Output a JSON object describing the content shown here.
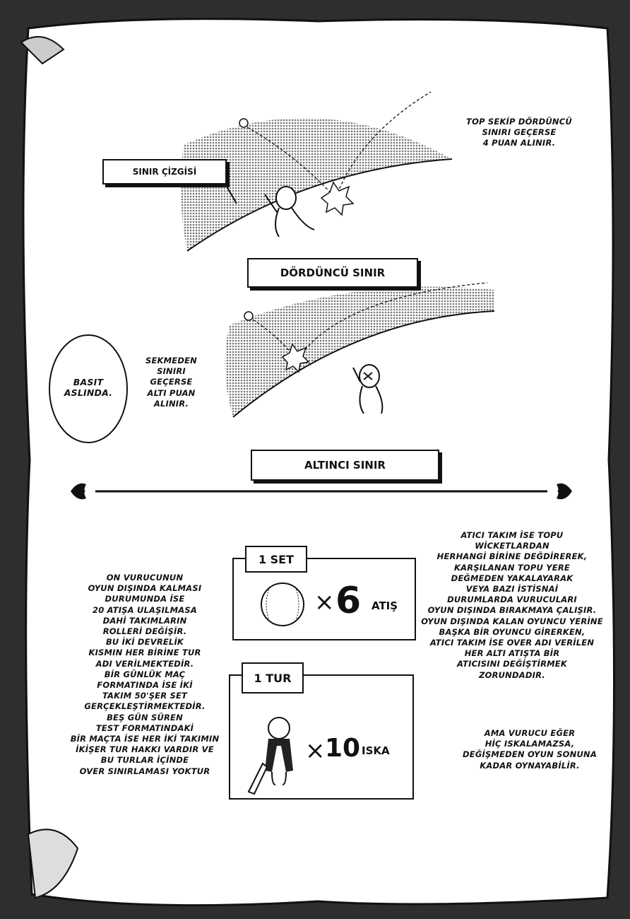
{
  "diagram_top": {
    "label": "SINIR ÇİZGİSİ",
    "caption": "TOP SEKİP DÖRDÜNCÜ\nSINIRI GEÇERSE\n4 PUAN ALINIR."
  },
  "title_four": "DÖRDÜNCÜ SINIR",
  "diagram_bottom": {
    "speech_bubble": "BASIT\nASLINDA.",
    "caption": "SEKMEDEN\nSINIRI\nGEÇERSE\nALTI PUAN\nALINIR."
  },
  "title_six": "ALTINCI SINIR",
  "left_text": "ON VURUCUNUN\nOYUN DIŞINDA KALMASI\nDURUMUNDA İSE\n20 ATIŞA ULAŞILMASA\nDAHİ TAKIMLARIN\nROLLERİ DEĞİŞİR.\nBU İKİ DEVRELİK\nKISMIN HER BİRİNE TUR\nADI VERİLMEKTEDİR.\nBİR GÜNLÜK MAÇ\nFORMATINDA İSE İKİ\nTAKIM 50'ŞER SET\nGERÇEKLEŞTİRMEKTEDİR.\nBEŞ GÜN SÜREN\nTEST FORMATINDAKİ\nBİR MAÇTA İSE HER İKİ TAKIMIN\nİKİŞER TUR HAKKI VARDIR VE\nBU TURLAR İÇİNDE\nOVER SINIRLAMASI YOKTUR",
  "set_box": {
    "tab": "1 SET",
    "multiplier": "×",
    "count": "6",
    "unit": "ATIŞ"
  },
  "tur_box": {
    "tab": "1 TUR",
    "multiplier": "×",
    "count": "10",
    "unit": "ISKA"
  },
  "right_text_1": "ATICI TAKIM İSE TOPU\nWİCKETLARDAN\nHERHANGİ BİRİNE DEĞDİREREK,\nKARŞILANAN TOPU YERE\nDEĞMEDEN YAKALAYARAK\nVEYA BAZI İSTİSNAİ\nDURUMLARDA VURUCULARI\nOYUN DIŞINDA BIRAKMAYA ÇALIŞIR.\nOYUN DIŞINDA KALAN OYUNCU YERİNE\nBAŞKA BİR OYUNCU GİRERKEN,\nATICI TAKIM İSE OVER ADI VERİLEN\nHER ALTI ATIŞTA BİR\nATICISINI DEĞİŞTİRMEK\nZORUNDADIR.",
  "right_text_2": "AMA VURUCU EĞER\nHİÇ ISKALAMAZSA,\nDEĞİŞMEDEN OYUN SONUNA\nKADAR OYNAYABİLİR."
}
